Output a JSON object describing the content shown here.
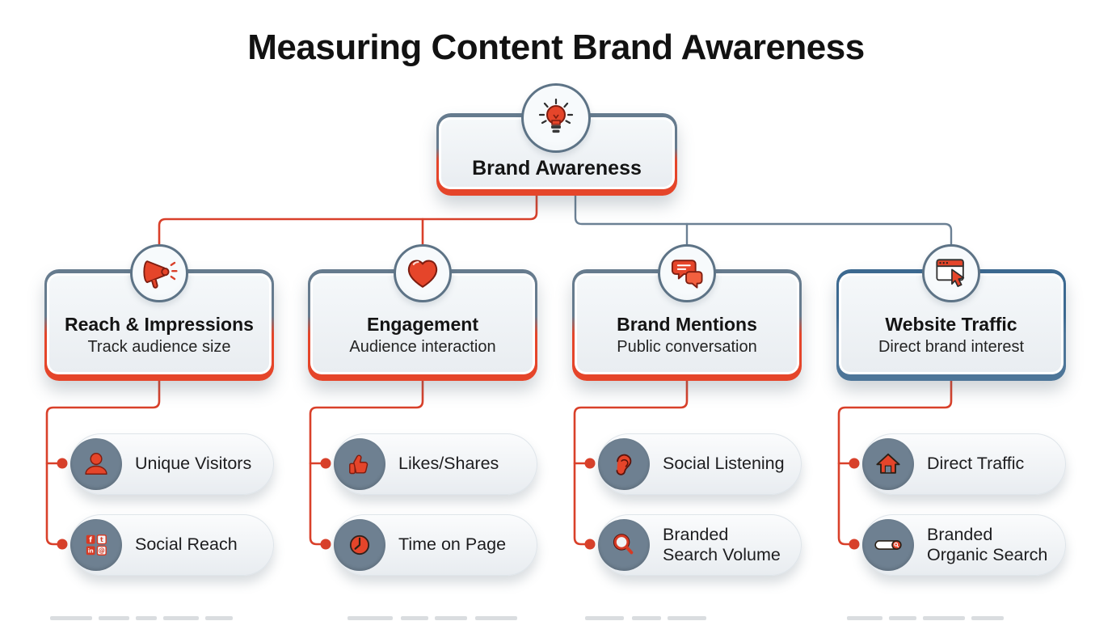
{
  "title": "Measuring Content Brand Awareness",
  "root": {
    "label": "Brand Awareness",
    "icon": "lightbulb-icon"
  },
  "colors": {
    "accent_red": "#e5452a",
    "accent_slate": "#667b8e",
    "accent_steel_top": "#3c6990",
    "accent_steel_bottom": "#4d7598",
    "connector_red": "#d9402a",
    "connector_slate": "#6b8094",
    "node_fill": "#eef1f4",
    "pill_circle_fill": "#6e8091"
  },
  "branches": [
    {
      "title": "Reach & Impressions",
      "subtitle": "Track audience size",
      "icon": "megaphone-icon",
      "children": [
        {
          "label": "Unique Visitors",
          "icon": "person-icon"
        },
        {
          "label": "Social Reach",
          "icon": "social-grid-icon"
        }
      ]
    },
    {
      "title": "Engagement",
      "subtitle": "Audience interaction",
      "icon": "heart-icon",
      "children": [
        {
          "label": "Likes/Shares",
          "icon": "thumbs-up-icon"
        },
        {
          "label": "Time on Page",
          "icon": "clock-icon"
        }
      ]
    },
    {
      "title": "Brand Mentions",
      "subtitle": "Public conversation",
      "icon": "speech-bubbles-icon",
      "children": [
        {
          "label": "Social Listening",
          "icon": "ear-icon"
        },
        {
          "label": "Branded Search Volume",
          "label_lines": [
            "Branded",
            "Search Volume"
          ],
          "icon": "magnifier-icon"
        }
      ]
    },
    {
      "title": "Website Traffic",
      "subtitle": "Direct brand interest",
      "icon": "browser-cursor-icon",
      "children": [
        {
          "label": "Direct Traffic",
          "icon": "home-icon"
        },
        {
          "label": "Branded Organic Search",
          "label_lines": [
            "Branded",
            "Organic Search"
          ],
          "icon": "search-bar-icon"
        }
      ]
    }
  ]
}
